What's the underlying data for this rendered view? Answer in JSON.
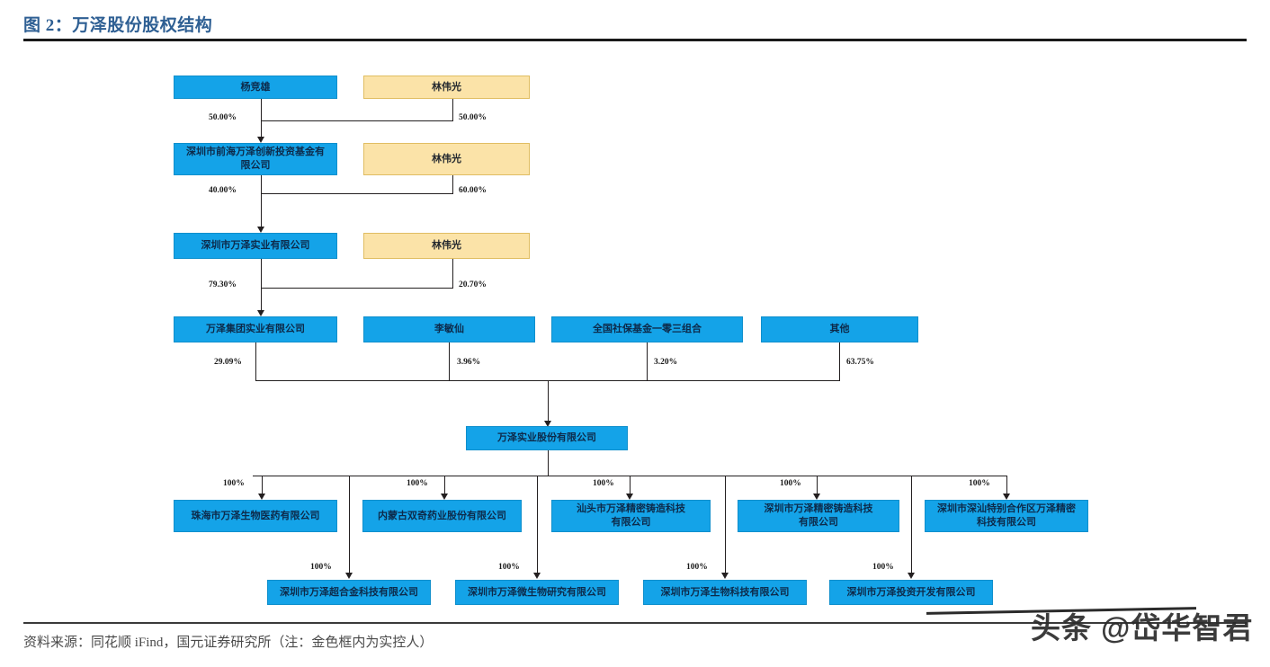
{
  "header": {
    "title": "图 2：万泽股份股权结构"
  },
  "footer": {
    "source": "资料来源：同花顺 iFind，国元证券研究所（注：金色框内为实控人）",
    "watermark": "头条 @岱华智君"
  },
  "chart_data": {
    "type": "diagram",
    "title": "万泽股份股权结构",
    "note": "金色框内为实控人",
    "nodes": [
      {
        "id": "n1",
        "label": "杨竞雄",
        "style": "blue"
      },
      {
        "id": "n2",
        "label": "林伟光",
        "style": "gold"
      },
      {
        "id": "n3",
        "label": "深圳市前海万泽创新投资基金有\n限公司",
        "style": "blue"
      },
      {
        "id": "n4",
        "label": "林伟光",
        "style": "gold"
      },
      {
        "id": "n5",
        "label": "深圳市万泽实业有限公司",
        "style": "blue"
      },
      {
        "id": "n6",
        "label": "林伟光",
        "style": "gold"
      },
      {
        "id": "n7",
        "label": "万泽集团实业有限公司",
        "style": "blue"
      },
      {
        "id": "n8",
        "label": "李敏仙",
        "style": "blue"
      },
      {
        "id": "n9",
        "label": "全国社保基金一零三组合",
        "style": "blue"
      },
      {
        "id": "n10",
        "label": "其他",
        "style": "blue"
      },
      {
        "id": "n11",
        "label": "万泽实业股份有限公司",
        "style": "blue"
      },
      {
        "id": "n12",
        "label": "珠海市万泽生物医药有限公司",
        "style": "blue"
      },
      {
        "id": "n13",
        "label": "内蒙古双奇药业股份有限公司",
        "style": "blue"
      },
      {
        "id": "n14",
        "label": "汕头市万泽精密铸造科技\n有限公司",
        "style": "blue"
      },
      {
        "id": "n15",
        "label": "深圳市万泽精密铸造科技\n有限公司",
        "style": "blue"
      },
      {
        "id": "n16",
        "label": "深圳市深汕特别合作区万泽精密\n科技有限公司",
        "style": "blue"
      },
      {
        "id": "n17",
        "label": "深圳市万泽超合金科技有限公司",
        "style": "blue"
      },
      {
        "id": "n18",
        "label": "深圳市万泽微生物研究有限公司",
        "style": "blue"
      },
      {
        "id": "n19",
        "label": "深圳市万泽生物科技有限公司",
        "style": "blue"
      },
      {
        "id": "n20",
        "label": "深圳市万泽投资开发有限公司",
        "style": "blue"
      }
    ],
    "edges": [
      {
        "from": "n1",
        "to": "n3",
        "percent": "50.00%"
      },
      {
        "from": "n2",
        "to": "n3",
        "percent": "50.00%"
      },
      {
        "from": "n3",
        "to": "n5",
        "percent": "40.00%"
      },
      {
        "from": "n4",
        "to": "n5",
        "percent": "60.00%"
      },
      {
        "from": "n5",
        "to": "n7",
        "percent": "79.30%"
      },
      {
        "from": "n6",
        "to": "n7",
        "percent": "20.70%"
      },
      {
        "from": "n7",
        "to": "n11",
        "percent": "29.09%"
      },
      {
        "from": "n8",
        "to": "n11",
        "percent": "3.96%"
      },
      {
        "from": "n9",
        "to": "n11",
        "percent": "3.20%"
      },
      {
        "from": "n10",
        "to": "n11",
        "percent": "63.75%"
      },
      {
        "from": "n11",
        "to": "n12",
        "percent": "100%"
      },
      {
        "from": "n11",
        "to": "n13",
        "percent": "100%"
      },
      {
        "from": "n11",
        "to": "n14",
        "percent": "100%"
      },
      {
        "from": "n11",
        "to": "n15",
        "percent": "100%"
      },
      {
        "from": "n11",
        "to": "n16",
        "percent": "100%"
      },
      {
        "from": "n11",
        "to": "n17",
        "percent": "100%"
      },
      {
        "from": "n11",
        "to": "n18",
        "percent": "100%"
      },
      {
        "from": "n11",
        "to": "n19",
        "percent": "100%"
      },
      {
        "from": "n11",
        "to": "n20",
        "percent": "100%"
      }
    ],
    "colors": {
      "box_blue": "#14A3E8",
      "box_gold": "#FBE3A8",
      "title_blue": "#2E5F93",
      "line": "#231F20"
    }
  }
}
